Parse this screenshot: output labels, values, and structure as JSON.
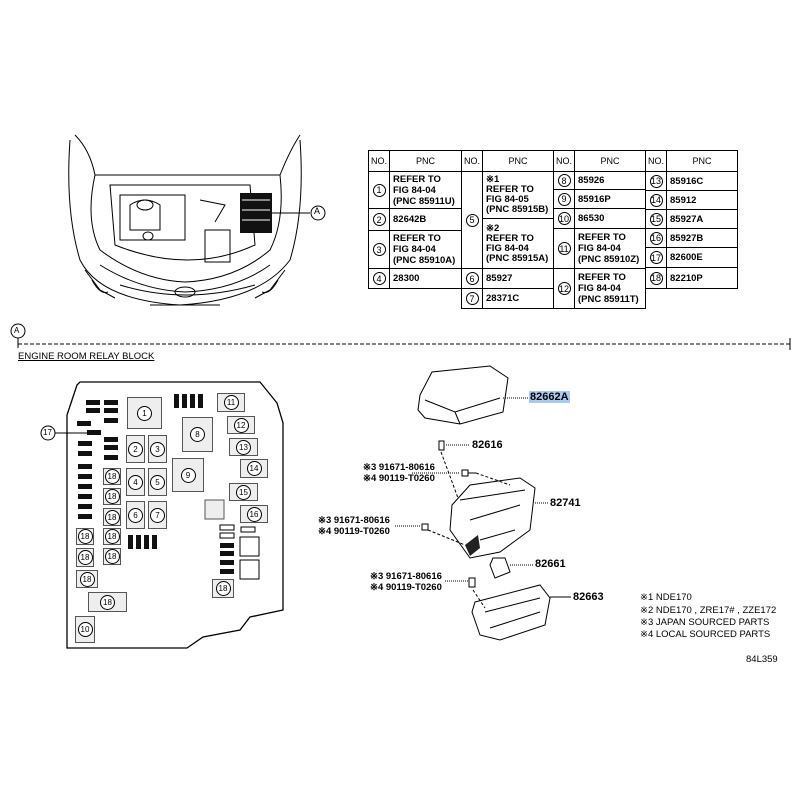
{
  "callout_a": "A",
  "section_title": "ENGINE ROOM RELAY BLOCK",
  "table": {
    "header_no": "NO.",
    "header_pnc": "PNC",
    "rows": [
      {
        "no": "1",
        "pnc": "REFER TO\nFIG 84-04\n(PNC 85911U)"
      },
      {
        "no": "2",
        "pnc": "82642B"
      },
      {
        "no": "3",
        "pnc": "REFER TO\nFIG 84-04\n(PNC 85910A)"
      },
      {
        "no": "4",
        "pnc": "28300"
      },
      {
        "no": "5",
        "pnc_a": "※1\nREFER TO\nFIG 84-05\n(PNC 85915B)",
        "pnc_b": "※2\nREFER TO\nFIG 84-04\n(PNC 85915A)"
      },
      {
        "no": "6",
        "pnc": "85927"
      },
      {
        "no": "7",
        "pnc": "28371C"
      },
      {
        "no": "8",
        "pnc": "85926"
      },
      {
        "no": "9",
        "pnc": "85916P"
      },
      {
        "no": "10",
        "pnc": "86530"
      },
      {
        "no": "11",
        "pnc": "REFER TO\nFIG 84-04\n(PNC 85910Z)"
      },
      {
        "no": "12",
        "pnc": "REFER TO\nFIG 84-04\n(PNC 85911T)"
      },
      {
        "no": "13",
        "pnc": "85916C"
      },
      {
        "no": "14",
        "pnc": "85912"
      },
      {
        "no": "15",
        "pnc": "85927A"
      },
      {
        "no": "16",
        "pnc": "85927B"
      },
      {
        "no": "17",
        "pnc": "82600E"
      },
      {
        "no": "18",
        "pnc": "82210P"
      }
    ]
  },
  "parts": {
    "cover": "82662A",
    "clip": "82616",
    "block": "82741",
    "bracket": "82661",
    "lower_case": "82663",
    "fastener_1": "※3 91671-80616",
    "fastener_2": "※4 90119-T0260"
  },
  "notes": [
    "※1 NDE170",
    "※2 NDE170 , ZRE17# , ZZE172",
    "※3 JAPAN SOURCED PARTS",
    "※4 LOCAL SOURCED PARTS"
  ],
  "figure_id": "84L359",
  "colors": {
    "highlight": "#a9c9f2"
  }
}
